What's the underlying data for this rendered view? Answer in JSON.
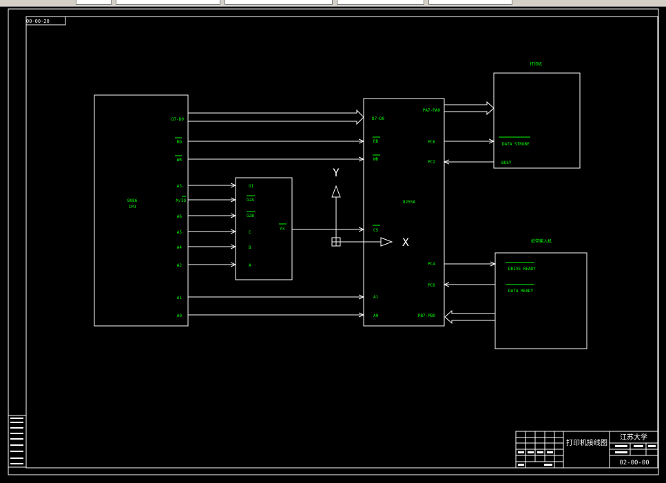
{
  "drawing_number": "00-00-20",
  "blocks": {
    "cpu": {
      "name_line1": "8086",
      "name_line2": "CPU",
      "pins": [
        "D7-D0",
        "RD",
        "WR",
        "A3",
        "M/IO",
        "A6",
        "A5",
        "A4",
        "A2",
        "A1",
        "A0"
      ]
    },
    "decoder": {
      "pins_in": [
        "G1",
        "G2A",
        "G2B",
        "C",
        "B",
        "A"
      ],
      "pin_out": "Y3"
    },
    "ppi": {
      "name": "8255A",
      "pins_left": [
        "D7-D0",
        "RD",
        "WR",
        "CS",
        "A1",
        "A0"
      ],
      "pins_right": [
        "PA7-PA0",
        "PC6",
        "PC2",
        "PC4",
        "PC0",
        "PB7-PB0"
      ]
    },
    "printer": {
      "title": "打印机",
      "pins": [
        "DATA STROBE",
        "BUSY"
      ]
    },
    "tape": {
      "title": "纸带输入机",
      "pins": [
        "DRIVE READY",
        "DATA READY"
      ]
    }
  },
  "ucs": {
    "y_label": "Y",
    "x_label": "X"
  },
  "title_block": {
    "drawing_title": "打印机接线图",
    "organization": "江苏大学",
    "number": "02-00-00"
  },
  "colors": {
    "background": "#000000",
    "lines": "#ffffff",
    "labels": "#00ff00"
  }
}
